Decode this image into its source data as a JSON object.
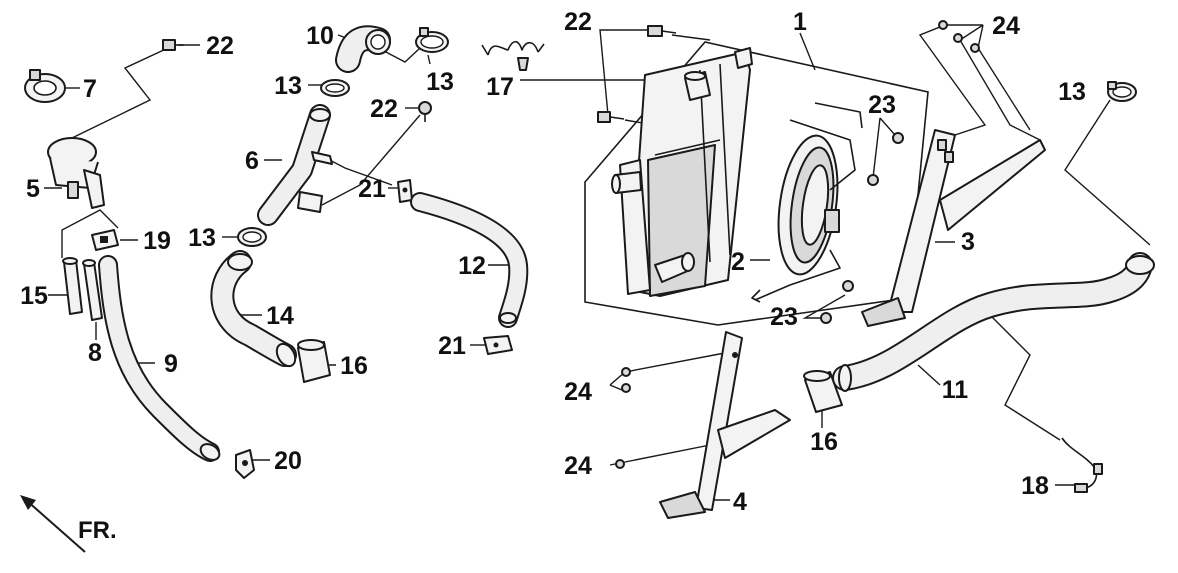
{
  "diagram": {
    "colors": {
      "line": "#1a1a1a",
      "fill": "#f3f3f3",
      "shade": "#d9d9d9",
      "text": "#111111"
    },
    "direction_label": "FR.",
    "direction_icon": "arrow-up-left-icon",
    "callouts": [
      {
        "id": "c1",
        "text": "1"
      },
      {
        "id": "c2",
        "text": "2"
      },
      {
        "id": "c3",
        "text": "3"
      },
      {
        "id": "c4",
        "text": "4"
      },
      {
        "id": "c5",
        "text": "5"
      },
      {
        "id": "c6",
        "text": "6"
      },
      {
        "id": "c7",
        "text": "7"
      },
      {
        "id": "c8",
        "text": "8"
      },
      {
        "id": "c9",
        "text": "9"
      },
      {
        "id": "c10",
        "text": "10"
      },
      {
        "id": "c11",
        "text": "11"
      },
      {
        "id": "c12",
        "text": "12"
      },
      {
        "id": "c13a",
        "text": "13"
      },
      {
        "id": "c13b",
        "text": "13"
      },
      {
        "id": "c13c",
        "text": "13"
      },
      {
        "id": "c13d",
        "text": "13"
      },
      {
        "id": "c14",
        "text": "14"
      },
      {
        "id": "c15",
        "text": "15"
      },
      {
        "id": "c16a",
        "text": "16"
      },
      {
        "id": "c16b",
        "text": "16"
      },
      {
        "id": "c17",
        "text": "17"
      },
      {
        "id": "c18",
        "text": "18"
      },
      {
        "id": "c19",
        "text": "19"
      },
      {
        "id": "c20",
        "text": "20"
      },
      {
        "id": "c21a",
        "text": "21"
      },
      {
        "id": "c21b",
        "text": "21"
      },
      {
        "id": "c22a",
        "text": "22"
      },
      {
        "id": "c22b",
        "text": "22"
      },
      {
        "id": "c22c",
        "text": "22"
      },
      {
        "id": "c23a",
        "text": "23"
      },
      {
        "id": "c23b",
        "text": "23"
      },
      {
        "id": "c24a",
        "text": "24"
      },
      {
        "id": "c24b",
        "text": "24"
      },
      {
        "id": "c24c",
        "text": "24"
      }
    ]
  }
}
